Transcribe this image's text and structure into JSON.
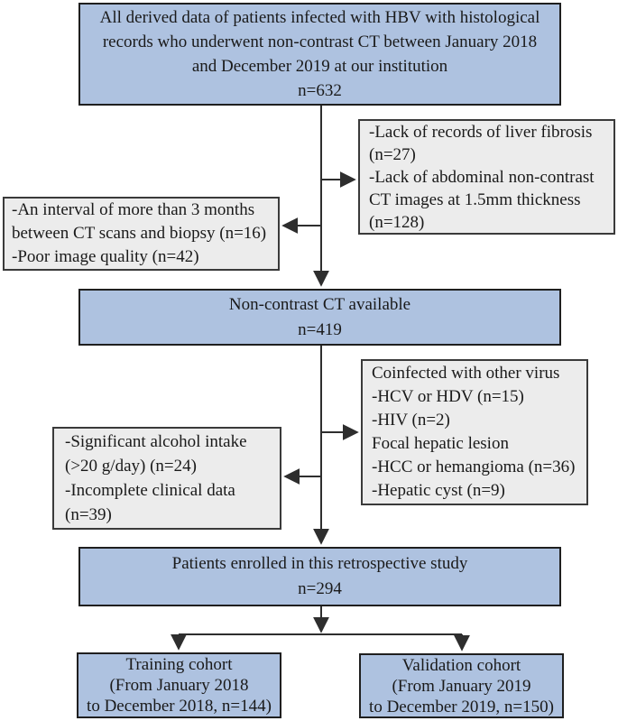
{
  "colors": {
    "blue_fill": "#aec2e0",
    "gray_fill": "#ececec",
    "border_dark": "#1f1f1f",
    "border_gray": "#3a3a3a",
    "arrow": "#2e2e2e"
  },
  "boxes": {
    "initial": {
      "lines": [
        "All derived data of patients infected with HBV with histological",
        "records who underwent non-contrast CT between January 2018",
        "and December 2019 at our institution",
        "n=632"
      ]
    },
    "exclusion_records": {
      "lines": [
        "-Lack of records of liver fibrosis",
        "(n=27)",
        "-Lack of abdominal non-contrast",
        "CT images at 1.5mm thickness",
        "(n=128)"
      ]
    },
    "exclusion_interval": {
      "lines": [
        "-An interval of more than 3 months",
        "between CT scans and biopsy (n=16)",
        "-Poor image quality (n=42)"
      ]
    },
    "ct_available": {
      "lines": [
        "Non-contrast CT available",
        "n=419"
      ]
    },
    "exclusion_coinfection": {
      "lines": [
        "Coinfected with other virus",
        "-HCV or HDV (n=15)",
        "-HIV (n=2)",
        "Focal hepatic lesion",
        "-HCC or hemangioma (n=36)",
        "-Hepatic cyst (n=9)"
      ]
    },
    "exclusion_alcohol": {
      "lines": [
        "-Significant alcohol intake",
        "(>20 g/day) (n=24)",
        "-Incomplete clinical data",
        "(n=39)"
      ]
    },
    "enrolled": {
      "lines": [
        "Patients enrolled in this retrospective study",
        "n=294"
      ]
    },
    "training": {
      "lines": [
        "Training cohort",
        "(From January 2018",
        "to December 2018, n=144)"
      ]
    },
    "validation": {
      "lines": [
        "Validation cohort",
        "(From January 2019",
        "to December 2019, n=150)"
      ]
    }
  }
}
